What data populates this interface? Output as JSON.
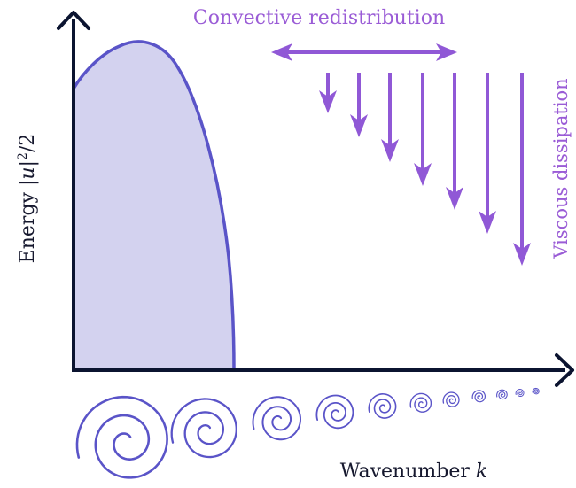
{
  "labels": {
    "convective": "Convective redistribution",
    "viscous": "Viscous dissipation",
    "y_axis_prefix": "Energy |",
    "y_axis_var": "u",
    "y_axis_suffix": "|",
    "y_axis_power": "2",
    "y_axis_tail": "/2",
    "x_axis_prefix": "Wavenumber ",
    "x_axis_var": "k"
  },
  "colors": {
    "axis": "#0b1430",
    "spectrum_line": "#5a54c8",
    "spectrum_fill": "#d3d2ef",
    "arrows": "#9058d6",
    "text_purple": "#9a5cd6",
    "text_dark": "#16182e"
  }
}
